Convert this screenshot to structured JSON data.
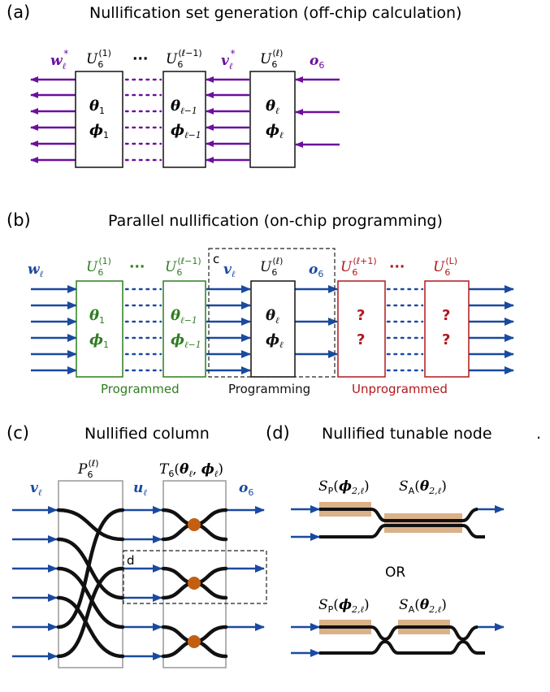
{
  "panel_a": {
    "tag": "(a)",
    "title": "Nullification set generation (off-chip calculation)",
    "w_label": "w",
    "w_sub": "ℓ",
    "w_sup": "*",
    "v_label": "v",
    "v_sub": "ℓ",
    "v_sup": "*",
    "o_label": "o",
    "o_sub": "6",
    "ellipsis": "···",
    "unitaries": [
      {
        "base": "U",
        "sub": "6",
        "sup": "(1)",
        "theta": "θ",
        "theta_sub": "1",
        "phi": "ϕ",
        "phi_sub": "1"
      },
      {
        "base": "U",
        "sub": "6",
        "sup": "(ℓ−1)",
        "theta": "θ",
        "theta_sub": "ℓ−1",
        "phi": "ϕ",
        "phi_sub": "ℓ−1"
      },
      {
        "base": "U",
        "sub": "6",
        "sup": "(ℓ)",
        "theta": "θ",
        "theta_sub": "ℓ",
        "phi": "ϕ",
        "phi_sub": "ℓ"
      }
    ]
  },
  "panel_b": {
    "tag": "(b)",
    "title": "Parallel nullification (on-chip programming)",
    "w_label": "w",
    "w_sub": "ℓ",
    "v_label": "v",
    "v_sub": "ℓ",
    "o_label": "o",
    "o_sub": "6",
    "box_c_tag": "c",
    "ellipsis": "···",
    "unitaries": [
      {
        "base": "U",
        "sub": "6",
        "sup": "(1)",
        "theta": "θ",
        "theta_sub": "1",
        "phi": "ϕ",
        "phi_sub": "1"
      },
      {
        "base": "U",
        "sub": "6",
        "sup": "(ℓ−1)",
        "theta": "θ",
        "theta_sub": "ℓ−1",
        "phi": "ϕ",
        "phi_sub": "ℓ−1"
      },
      {
        "base": "U",
        "sub": "6",
        "sup": "(ℓ)",
        "theta": "θ",
        "theta_sub": "ℓ",
        "phi": "ϕ",
        "phi_sub": "ℓ"
      },
      {
        "base": "U",
        "sub": "6",
        "sup": "(ℓ+1)",
        "q1": "?",
        "q2": "?"
      },
      {
        "base": "U",
        "sub": "6",
        "sup": "(L)",
        "q1": "?",
        "q2": "?"
      }
    ],
    "status_programmed": "Programmed",
    "status_programming": "Programming",
    "status_unprogrammed": "Unprogrammed"
  },
  "panel_c": {
    "tag": "(c)",
    "title": "Nullified column",
    "perm_base": "P",
    "perm_sub": "6",
    "perm_sup": "(ℓ)",
    "t_base": "T",
    "t_sub": "6",
    "t_open": "(",
    "t_theta": "θ",
    "t_theta_sub": "ℓ",
    "t_comma": ", ",
    "t_phi": "ϕ",
    "t_phi_sub": "ℓ",
    "t_close": ")",
    "v_label": "v",
    "v_sub": "ℓ",
    "u_label": "u",
    "u_sub": "ℓ",
    "o_label": "o",
    "o_sub": "6",
    "box_d_tag": "d"
  },
  "panel_d": {
    "tag": "(d)",
    "title": "Nullified tunable node",
    "trailing_dot": ".",
    "sp_base": "S",
    "sp_sub": "P",
    "sp_open": "(",
    "sp_sym": "ϕ",
    "sp_arg_sub": "2,ℓ",
    "sp_close": ")",
    "sa_base": "S",
    "sa_sub": "A",
    "sa_open": "(",
    "sa_sym": "θ",
    "sa_arg_sub": "2,ℓ",
    "sa_close": ")",
    "or_label": "OR"
  },
  "colors": {
    "purple": "#6b0f9e",
    "blue": "#1a4aa0",
    "green": "#2e7d20",
    "red": "#b0191e",
    "black": "#111111",
    "phase_fill": "#d4a373",
    "node_orange": "#c45f12",
    "box_gray": "#999999"
  }
}
